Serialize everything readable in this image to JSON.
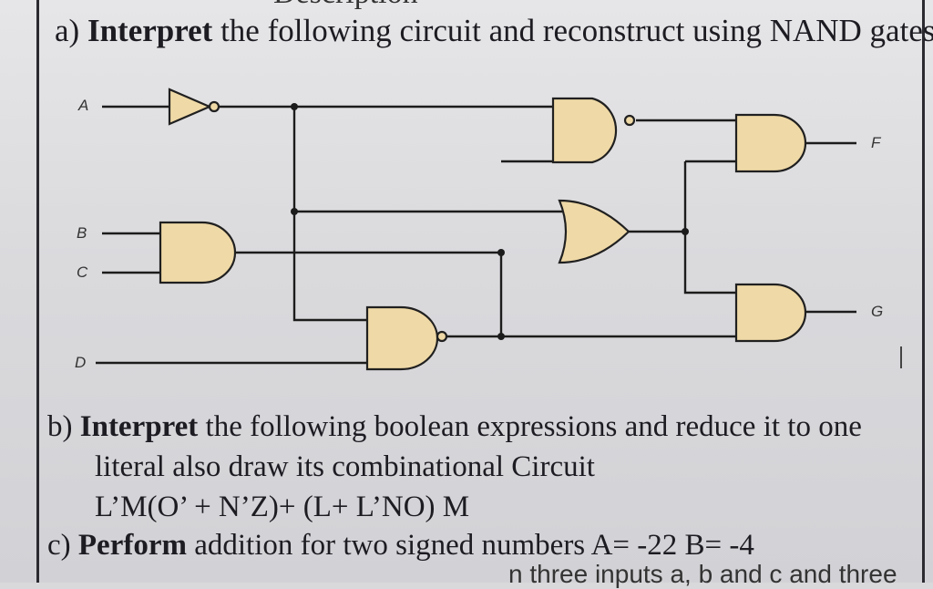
{
  "header_clip": "Description",
  "question_a": {
    "prefix": "a) ",
    "bold": "Interpret",
    "rest": " the following circuit and reconstruct using NAND gates"
  },
  "circuit": {
    "inputs": [
      "A",
      "B",
      "C",
      "D"
    ],
    "outputs": [
      "F",
      "G"
    ]
  },
  "question_b": {
    "prefix": "b)  ",
    "bold": "Interpret",
    "rest": " the following boolean expressions and reduce it to one",
    "line2": "literal also draw its combinational Circuit",
    "expression": "L’M(O’ + N’Z)+ (L+ L’NO) M"
  },
  "question_c": {
    "prefix": "c) ",
    "bold": "Perform",
    "rest": " addition for two signed numbers A= -22 B= -4"
  },
  "question_d_clip": "n three inputs a, b and c  and three"
}
